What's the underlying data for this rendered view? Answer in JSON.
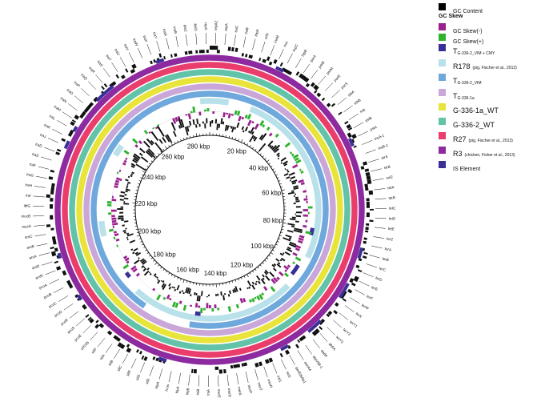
{
  "legend": {
    "items": [
      {
        "kind": "swatch",
        "label": "GC Content",
        "color": "#000000",
        "big": false
      },
      {
        "kind": "header",
        "label": "GC Skew"
      },
      {
        "kind": "swatch",
        "label": "GC Skew(-)",
        "color": "#9b1f8e",
        "big": false
      },
      {
        "kind": "swatch",
        "label": "GC Skew(+)",
        "color": "#2fb32f",
        "big": false
      },
      {
        "kind": "swatch",
        "label": "T",
        "sub": "G-336-2_VIM + CMY",
        "color": "#3a2f96",
        "big": true
      },
      {
        "kind": "swatch",
        "label": "R178",
        "note": "(pig, Fischer et al., 2012)",
        "color": "#b9e1ea",
        "big": true
      },
      {
        "kind": "swatch",
        "label": "T",
        "sub": "G-336-2_VIM",
        "color": "#6fa8dc",
        "big": true
      },
      {
        "kind": "swatch",
        "label": "T",
        "sub": "G-336-1a",
        "color": "#c9a7d9",
        "big": true
      },
      {
        "kind": "swatch",
        "label": "G-336-1a_WT",
        "color": "#e8e43a",
        "big": true
      },
      {
        "kind": "swatch",
        "label": "G-336-2_WT",
        "color": "#62c3a8",
        "big": true
      },
      {
        "kind": "swatch",
        "label": "R27",
        "note": "(pig, Fischer et al., 2013)",
        "color": "#ea3d6b",
        "big": true
      },
      {
        "kind": "swatch",
        "label": "R3",
        "note": "(chicken, Fisher et al., 2013)",
        "color": "#8d2aa0",
        "big": true
      },
      {
        "kind": "swatch",
        "label": "IS Element",
        "color": "#3a2f96",
        "big": false
      }
    ]
  },
  "map": {
    "ruler_labels": [
      {
        "text": "20 kbp",
        "angle": 25
      },
      {
        "text": "40 kbp",
        "angle": 50
      },
      {
        "text": "60 kbp",
        "angle": 75
      },
      {
        "text": "80 kbp",
        "angle": 100
      },
      {
        "text": "100 kbp",
        "angle": 125
      },
      {
        "text": "120 kbp",
        "angle": 150
      },
      {
        "text": "140 kbp",
        "angle": 175
      },
      {
        "text": "160 kbp",
        "angle": 200
      },
      {
        "text": "180 kbp",
        "angle": 225
      },
      {
        "text": "200 kbp",
        "angle": 250
      },
      {
        "text": "220 kbp",
        "angle": 275
      },
      {
        "text": "240 kbp",
        "angle": 300
      },
      {
        "text": "260 kbp",
        "angle": 325
      },
      {
        "text": "280 kbp",
        "angle": 350
      }
    ],
    "rings": [
      {
        "name": "R3",
        "color": "#8d2aa0"
      },
      {
        "name": "R27",
        "color": "#ea3d6b"
      },
      {
        "name": "G-336-2_WT",
        "color": "#62c3a8"
      },
      {
        "name": "G-336-1a_WT",
        "color": "#e8e43a"
      },
      {
        "name": "T G-336-1a",
        "color": "#c9a7d9"
      },
      {
        "name": "T G-336-2_VIM",
        "color": "#6fa8dc"
      },
      {
        "name": "R178",
        "color": "#b9e1ea"
      }
    ],
    "gene_labels": [
      "repA2",
      "repA",
      "traC",
      "traB",
      "tnpA",
      "orf3",
      "inxM",
      "nuc",
      "tnpC",
      "hipB",
      "parA",
      "parB",
      "parM",
      "parR",
      "parS",
      "stbA",
      "stbB",
      "ssb",
      "psiB",
      "psiA",
      "insA-1",
      "insB-1",
      "strA",
      "strB",
      "sul2",
      "tetA",
      "tetR",
      "tetC",
      "tetD",
      "tetE",
      "terZ",
      "terA",
      "terB",
      "terC",
      "terD",
      "terE",
      "terF",
      "terW",
      "terX",
      "terY1",
      "terY2",
      "terY3",
      "dhfrA",
      "aadA",
      "blaVIM-1",
      "aacA4",
      "qacEdelta1",
      "sul1",
      "intI1",
      "merR",
      "merT",
      "merP",
      "merA",
      "merD",
      "merE",
      "tniA",
      "tniB",
      "hlyB",
      "hlyA",
      "h-ns",
      "klpA",
      "silE",
      "silS",
      "silR",
      "silC",
      "silB",
      "silA",
      "silP",
      "orf105",
      "pcoE",
      "pcoS",
      "pcoR",
      "pcoD",
      "pcoC",
      "pcoB",
      "pcoA",
      "arsR",
      "arsD",
      "arsA",
      "arsB",
      "arsC",
      "mucA",
      "mucB",
      "ibfG",
      "traI",
      "traH",
      "traG",
      "traF",
      "traE",
      "traD",
      "traJ",
      "traK",
      "traL",
      "traM",
      "traN",
      "traO",
      "traP",
      "traQ",
      "traR",
      "traS",
      "traT",
      "traU",
      "traV",
      "traW",
      "traX",
      "traY",
      "insA",
      "insB",
      "ibsC",
      "ibsD",
      "repC"
    ]
  }
}
